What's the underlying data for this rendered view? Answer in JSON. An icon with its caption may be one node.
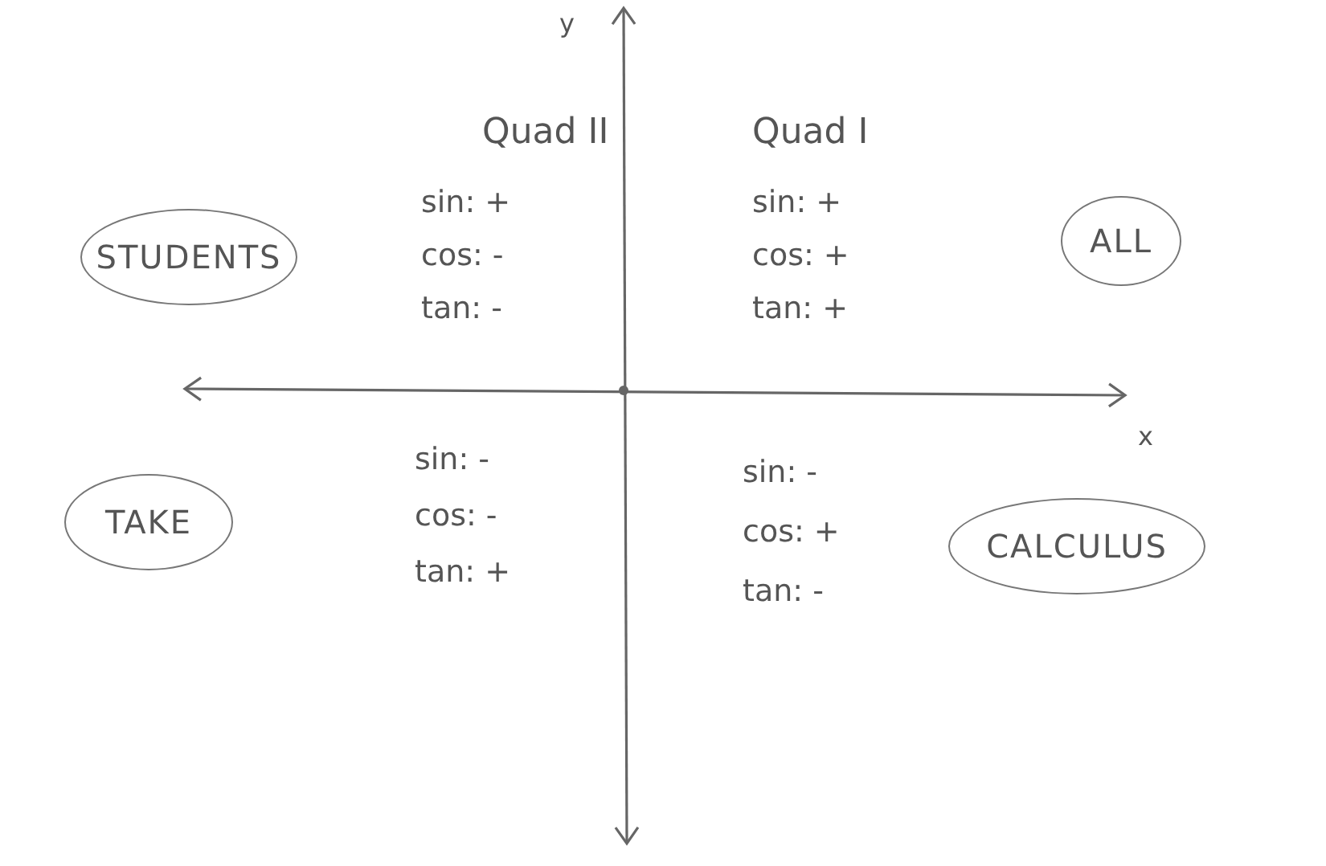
{
  "diagram": {
    "nodes": [
      {
        "text": [
          "STUDENTS"
        ]
      },
      {
        "text": [
          "ALL"
        ]
      },
      {
        "text": [
          "TAKE"
        ]
      },
      {
        "text": [
          "CALCULUS"
        ]
      }
    ],
    "labels": [
      "y",
      "Quad II",
      "Quad I",
      "sin: +",
      "sin: +",
      "cos: -",
      "cos: +",
      "tan: -",
      "tan: +",
      "x",
      "sin: -",
      "sin: -",
      "cos: -",
      "cos: +",
      "tan: +",
      "tan: -"
    ]
  }
}
